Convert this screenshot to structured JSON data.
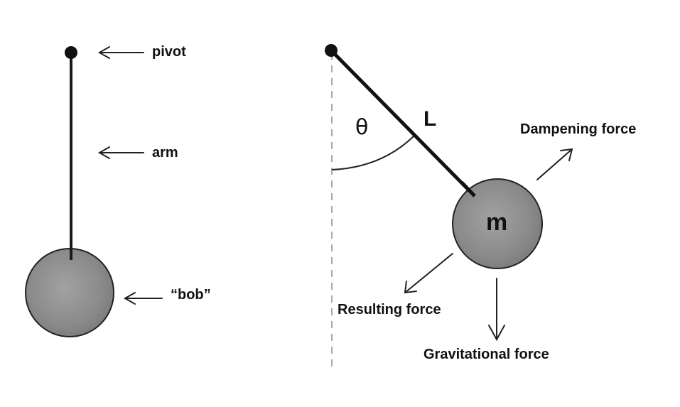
{
  "simple_pendulum": {
    "labels": {
      "pivot": "pivot",
      "arm": "arm",
      "bob": "“bob”"
    }
  },
  "force_pendulum": {
    "labels": {
      "angle": "θ",
      "length": "L",
      "mass": "m",
      "dampening_force": "Dampening force",
      "resulting_force": "Resulting force",
      "gravitational_force": "Gravitational force"
    }
  },
  "colors": {
    "ink": "#111111",
    "bob_fill": "#8a8a8a",
    "bob_highlight": "#a6a6a6",
    "dashed_line": "#a8a8a8"
  }
}
